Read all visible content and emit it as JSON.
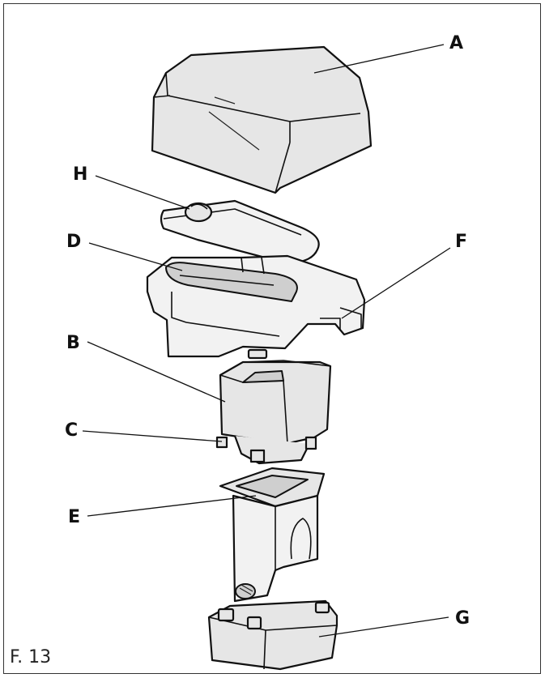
{
  "figure_label": "F. 13",
  "callouts": {
    "a": "A",
    "b": "B",
    "c": "C",
    "d": "D",
    "e": "E",
    "f": "F",
    "g": "G",
    "h": "H"
  }
}
